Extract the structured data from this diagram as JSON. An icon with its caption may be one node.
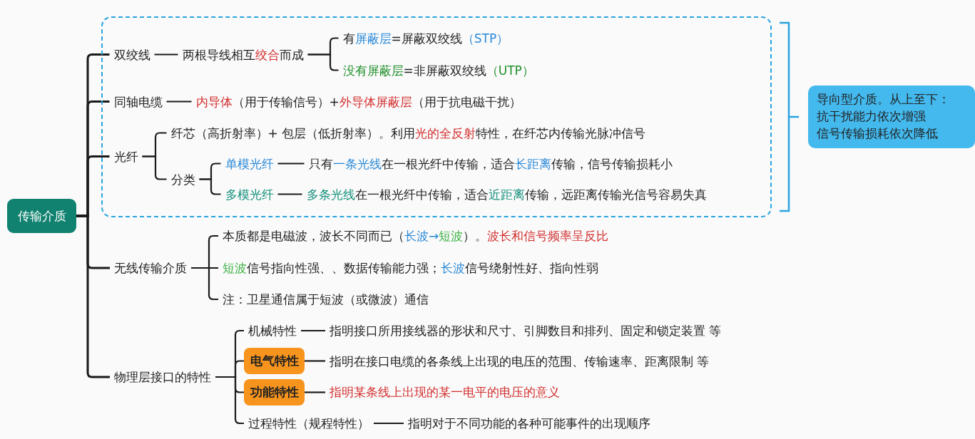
{
  "diagram": {
    "nodes": [
      {
        "text": [
          "传输介质"
        ]
      },
      {
        "text": [],
        "shape": "box"
      },
      {
        "text": [
          "双绞线"
        ],
        "in": 1
      },
      {
        "text": [
          "两根导线相互绞合而成"
        ],
        "in": 1
      },
      {
        "text": [
          "有屏蔽层=屏蔽双绞线（STP）"
        ],
        "in": 1
      },
      {
        "text": [
          "没有屏蔽层=非屏蔽双绞线（UTP）"
        ],
        "in": 1
      },
      {
        "text": [
          "同轴电缆"
        ],
        "in": 1
      },
      {
        "text": [
          "内导体（用于传输信号）+外导体屏蔽层（用于抗电磁干扰）"
        ],
        "in": 1
      },
      {
        "text": [
          "光纤"
        ],
        "in": 1
      },
      {
        "text": [
          "纤芯（高折射率）+ 包层（低折射率）。利用光的全反射特性，在纤芯内传输光脉冲信号"
        ],
        "in": 1
      },
      {
        "text": [
          "分类"
        ],
        "in": 1
      },
      {
        "text": [
          "单模光纤"
        ],
        "in": 1
      },
      {
        "text": [
          "只有一条光线在一根光纤中传输，适合长距离传输，信号传输损耗小"
        ],
        "in": 1
      },
      {
        "text": [
          "多模光纤"
        ],
        "in": 1
      },
      {
        "text": [
          "多条光线在一根光纤中传输，适合近距离传输，远距离传输光信号容易失真"
        ],
        "in": 1
      },
      {
        "text": [
          "导向型介质。从上至下：",
          "抗干扰能力依次增强",
          "信号传输损耗依次降低"
        ]
      },
      {
        "text": [
          "无线传输介质"
        ]
      },
      {
        "text": [
          "本质都是电磁波，波长不同而已（长波→短波）。波长和信号频率呈反比"
        ]
      },
      {
        "text": [
          "短波信号指向性强、、数据传输能力强；长波信号绕射性好、指向性弱"
        ]
      },
      {
        "text": [
          "注：卫星通信属于短波（或微波）通信"
        ]
      },
      {
        "text": [
          "物理层接口的特性"
        ]
      },
      {
        "text": [
          "机械特性"
        ]
      },
      {
        "text": [
          "指明接口所用接线器的形状和尺寸、引脚数目和排列、固定和锁定装置 等"
        ]
      },
      {
        "text": [
          "电气特性"
        ]
      },
      {
        "text": [
          "指明在接口电缆的各条线上出现的电压的范围、传输速率、距离限制 等"
        ]
      },
      {
        "text": [
          "功能特性"
        ]
      },
      {
        "text": [
          "指明某条线上出现的某一电平的电压的意义"
        ]
      },
      {
        "text": [
          "过程特性（规程特性）"
        ]
      },
      {
        "text": [
          "指明对于不同功能的各种可能事件的出现顺序"
        ]
      }
    ],
    "edges": [
      {
        "from": 0,
        "to": 2,
        "arrow": "none"
      },
      {
        "from": 0,
        "to": 6,
        "arrow": "none"
      },
      {
        "from": 0,
        "to": 8,
        "arrow": "none"
      },
      {
        "from": 0,
        "to": 16,
        "arrow": "none"
      },
      {
        "from": 0,
        "to": 20,
        "arrow": "none"
      },
      {
        "from": 2,
        "to": 3,
        "arrow": "none"
      },
      {
        "from": 3,
        "to": 4,
        "arrow": "none"
      },
      {
        "from": 3,
        "to": 5,
        "arrow": "none"
      },
      {
        "from": 6,
        "to": 7,
        "arrow": "none"
      },
      {
        "from": 8,
        "to": 9,
        "arrow": "none"
      },
      {
        "from": 8,
        "to": 10,
        "arrow": "none"
      },
      {
        "from": 10,
        "to": 11,
        "arrow": "none"
      },
      {
        "from": 10,
        "to": 13,
        "arrow": "none"
      },
      {
        "from": 11,
        "to": 12,
        "arrow": "none"
      },
      {
        "from": 13,
        "to": 14,
        "arrow": "none"
      },
      {
        "from": 16,
        "to": 17,
        "arrow": "none"
      },
      {
        "from": 16,
        "to": 18,
        "arrow": "none"
      },
      {
        "from": 16,
        "to": 19,
        "arrow": "none"
      },
      {
        "from": 20,
        "to": 21,
        "arrow": "none"
      },
      {
        "from": 20,
        "to": 23,
        "arrow": "none"
      },
      {
        "from": 20,
        "to": 25,
        "arrow": "none"
      },
      {
        "from": 20,
        "to": 27,
        "arrow": "none"
      },
      {
        "from": 21,
        "to": 22,
        "arrow": "none"
      },
      {
        "from": 23,
        "to": 24,
        "arrow": "none"
      },
      {
        "from": 25,
        "to": 26,
        "arrow": "none"
      },
      {
        "from": 27,
        "to": 28,
        "arrow": "none"
      }
    ]
  }
}
